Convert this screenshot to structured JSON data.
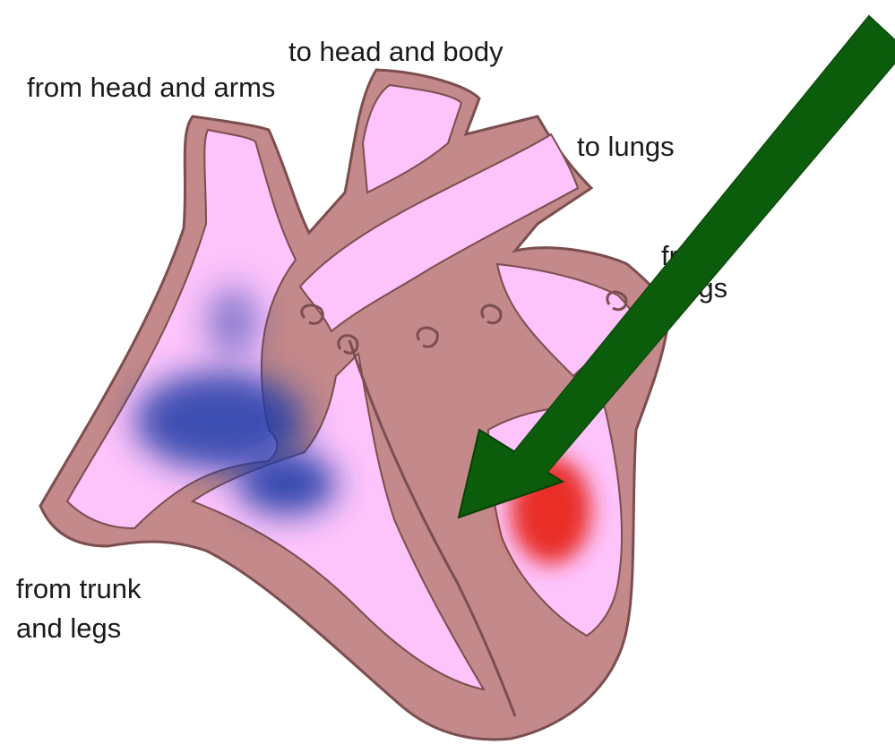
{
  "labels": {
    "to_head_and_body": "to head and body",
    "from_head_and_arms": "from head and arms",
    "to_lungs": "to lungs",
    "from_lungs_line1": "from",
    "from_lungs_line2": "lungs",
    "from_trunk_line1": "from trunk",
    "from_trunk_line2": "and legs"
  },
  "colors": {
    "wall": "#c4898a",
    "wall_outline": "#7b4e4f",
    "chamber": "#fdc3fb",
    "deoxygenated": "#1f3aa6",
    "oxygenated": "#e8271d",
    "arrow": "#0b5c0b"
  },
  "icons": {
    "pointer": "arrow-icon"
  }
}
